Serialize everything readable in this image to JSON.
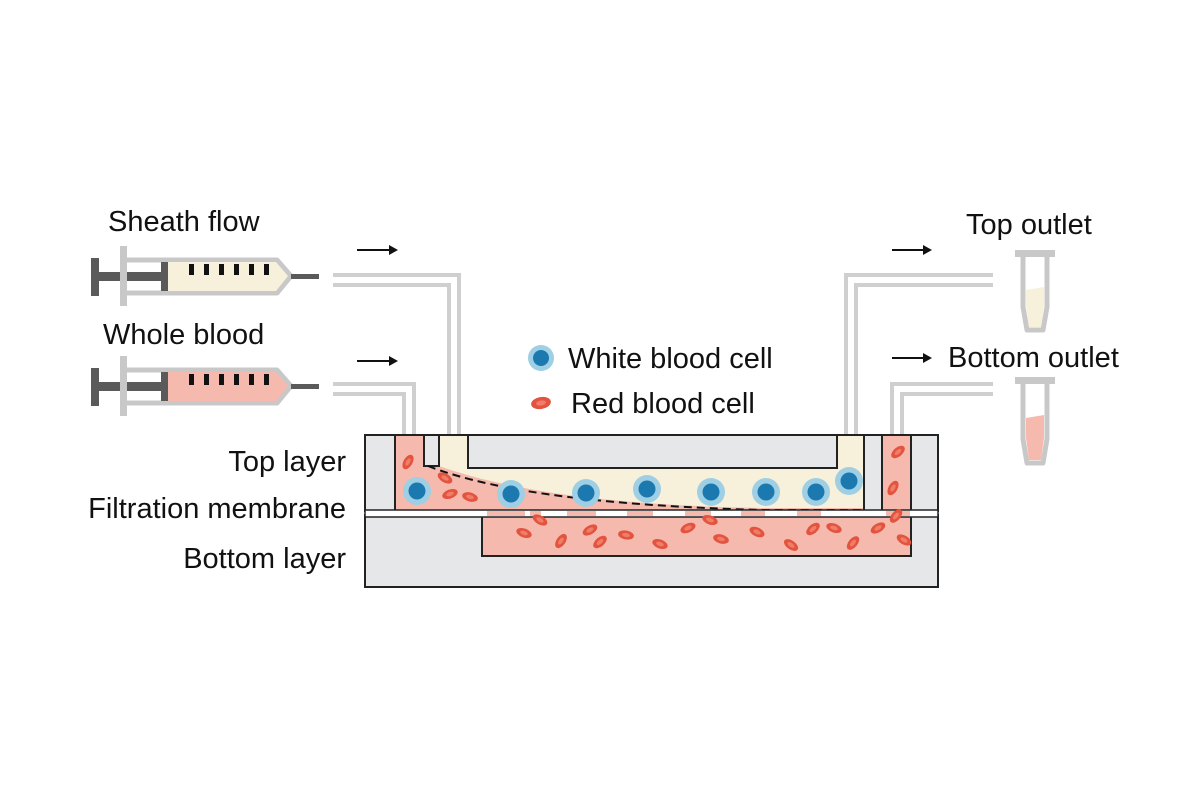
{
  "labels": {
    "sheath_flow": "Sheath flow",
    "whole_blood": "Whole blood",
    "top_outlet": "Top outlet",
    "bottom_outlet": "Bottom outlet",
    "top_layer": "Top layer",
    "filtration_membrane": "Filtration membrane",
    "bottom_layer": "Bottom layer"
  },
  "legend": {
    "white_blood_cell": "White blood cell",
    "red_blood_cell": "Red blood cell"
  },
  "colors": {
    "sheath_fluid": "#f7f0da",
    "blood": "#f6b9ad",
    "rbc": "#e2543f",
    "rbc_light": "#f07d68",
    "wbc_halo": "#9ecfe4",
    "wbc_nucleus": "#1c79b0",
    "tubing": "#cfcfcf",
    "chip_body": "#e6e7e8",
    "plunger": "#5a5a5a"
  }
}
